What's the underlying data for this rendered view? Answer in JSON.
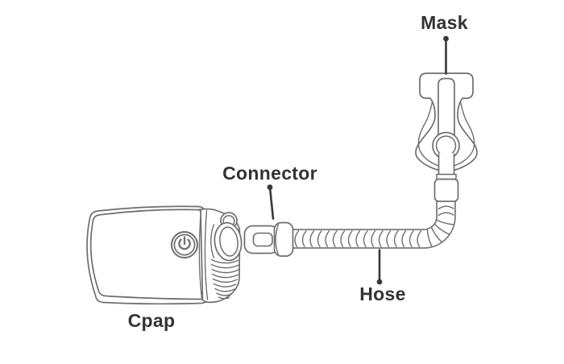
{
  "labels": {
    "mask": "Mask",
    "connector": "Connector",
    "hose": "Hose",
    "cpap": "Cpap"
  },
  "colors": {
    "background": "#ffffff",
    "line_art": "#6e6e6e",
    "fill": "#ffffff",
    "label_text": "#333333",
    "leader": "#383838"
  },
  "icons": {
    "power_button": "⏻"
  }
}
